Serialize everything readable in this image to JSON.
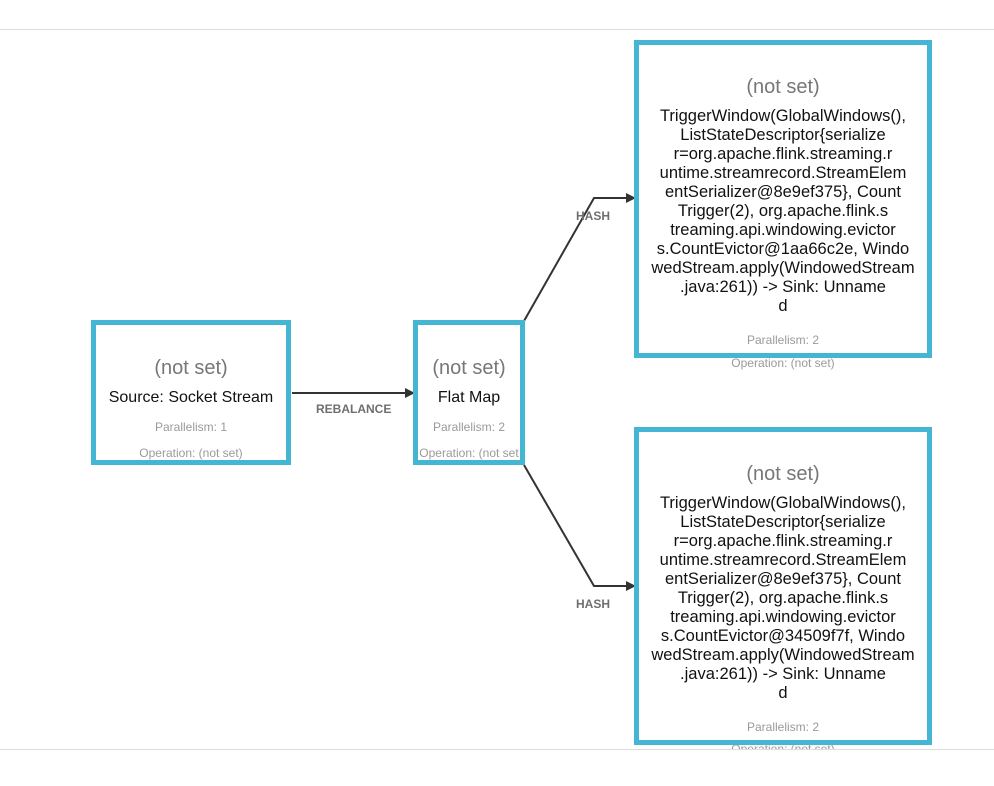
{
  "nodes": {
    "source": {
      "name": "(not set)",
      "label": "Source: Socket Stream",
      "parallelism": "Parallelism: 1",
      "operation": "Operation: (not set)"
    },
    "flatmap": {
      "name": "(not set)",
      "label": "Flat Map",
      "parallelism": "Parallelism: 2",
      "operation": "Operation: (not set"
    },
    "window_top": {
      "name": "(not set)",
      "description": "TriggerWindow(GlobalWindows(),\nListStateDescriptor{serialize\nr=org.apache.flink.streaming.r\nuntime.streamrecord.StreamElem\nentSerializer@8e9ef375}, Count\nTrigger(2), org.apache.flink.s\ntreaming.api.windowing.evictor\ns.CountEvictor@1aa66c2e, Windo\nwedStream.apply(WindowedStream\n.java:261)) -> Sink: Unname\nd",
      "parallelism": "Parallelism: 2",
      "operation": "Operation: (not set)"
    },
    "window_bottom": {
      "name": "(not set)",
      "description": "TriggerWindow(GlobalWindows(),\nListStateDescriptor{serialize\nr=org.apache.flink.streaming.r\nuntime.streamrecord.StreamElem\nentSerializer@8e9ef375}, Count\nTrigger(2), org.apache.flink.s\ntreaming.api.windowing.evictor\ns.CountEvictor@34509f7f, Windo\nwedStream.apply(WindowedStream\n.java:261)) -> Sink: Unname\nd",
      "parallelism": "Parallelism: 2",
      "operation": "Operation: (not set)"
    }
  },
  "edges": {
    "rebalance": "REBALANCE",
    "hash_top": "HASH",
    "hash_bottom": "HASH"
  },
  "colors": {
    "node_border": "#44b5d3",
    "edge": "#333333"
  }
}
